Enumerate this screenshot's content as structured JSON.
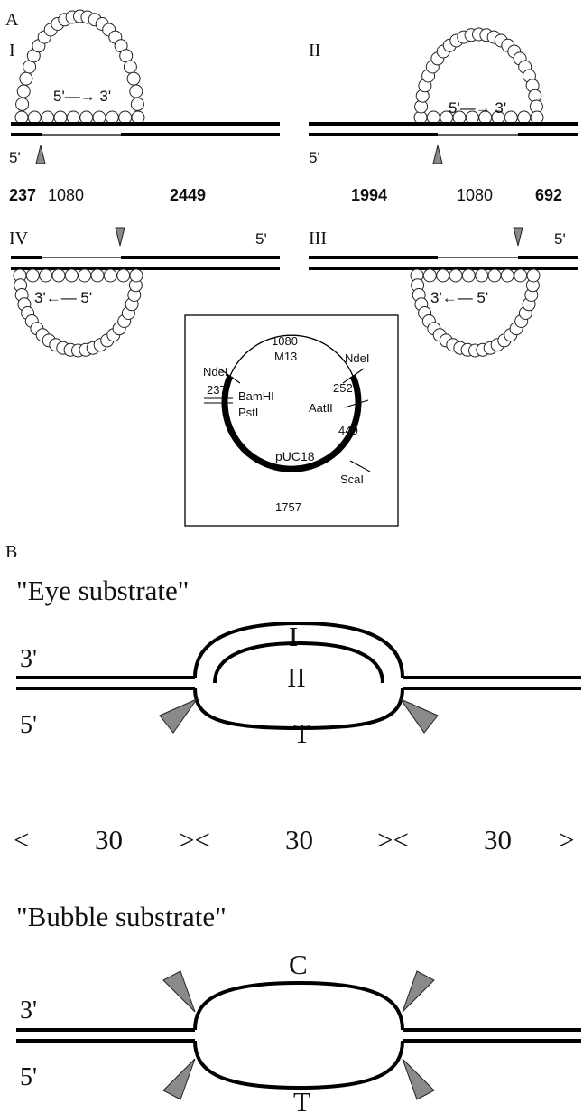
{
  "panelA": {
    "label": "A",
    "quadrants": [
      {
        "roman": "I",
        "five_prime_left": "5'",
        "direction": "5'—→ 3'"
      },
      {
        "roman": "II",
        "five_prime_left": "5'",
        "direction": "5'—→ 3'"
      },
      {
        "roman": "IV",
        "five_prime_right": "5'",
        "direction": "3'←— 5'"
      },
      {
        "roman": "III",
        "five_prime_right": "5'",
        "direction": "3'←— 5'"
      }
    ],
    "lengths_left": {
      "a": "237",
      "b": "1080",
      "c": "2449"
    },
    "lengths_right": {
      "a": "1994",
      "b": "1080",
      "c": "692"
    },
    "plasmid": {
      "top": "1080",
      "m13": "M13",
      "ndeI_left": "NdeI",
      "ndeI_right": "NdeI",
      "p237": "237",
      "p252": "252",
      "bamHI": "BamHI",
      "pstI": "PstI",
      "aatII": "AatII",
      "p440": "440",
      "puc18": "pUC18",
      "scaI": "ScaI",
      "p1757": "1757"
    }
  },
  "panelB": {
    "label": "B",
    "eye": {
      "title": "\"Eye substrate\"",
      "strand_I": "I",
      "strand_II": "II",
      "strand_T": "T",
      "three_prime": "3'",
      "five_prime": "5'"
    },
    "lengths": [
      "<",
      "30",
      "><",
      "30",
      "><",
      "30",
      ">"
    ],
    "bubble": {
      "title": "\"Bubble substrate\"",
      "strand_C": "C",
      "strand_T": "T",
      "three_prime": "3'",
      "five_prime": "5'"
    }
  }
}
